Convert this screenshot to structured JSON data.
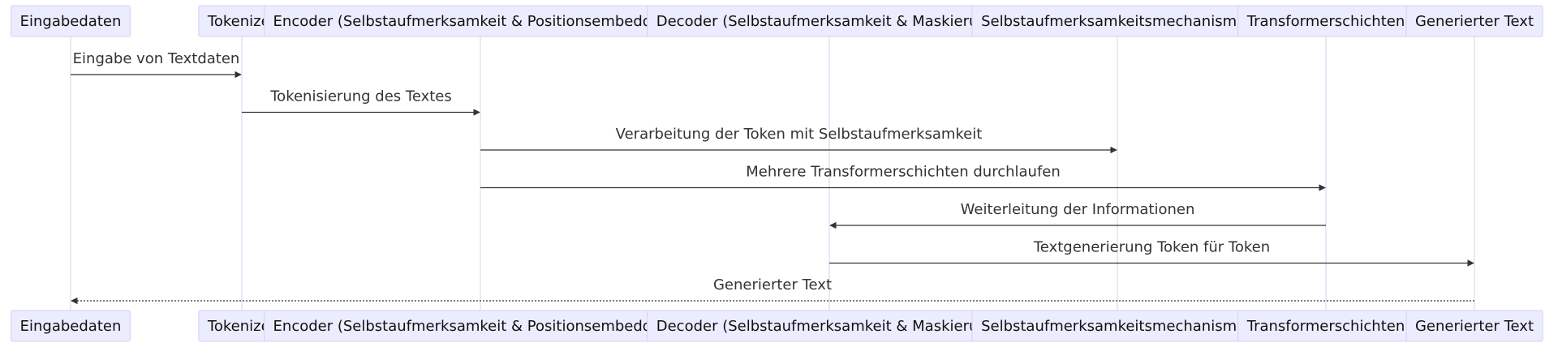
{
  "participants": [
    {
      "id": "eingabe",
      "label": "Eingabedaten"
    },
    {
      "id": "tokenizer",
      "label": "Tokenizer"
    },
    {
      "id": "encoder",
      "label": "Encoder (Selbstaufmerksamkeit & Positionsembeddings)"
    },
    {
      "id": "decoder",
      "label": "Decoder (Selbstaufmerksamkeit & Maskierung)"
    },
    {
      "id": "selbst",
      "label": "Selbstaufmerksamkeitsmechanismus"
    },
    {
      "id": "transformer",
      "label": "Transformerschichten"
    },
    {
      "id": "generiert",
      "label": "Generierter Text"
    }
  ],
  "messages": [
    {
      "from": "eingabe",
      "to": "tokenizer",
      "label": "Eingabe von Textdaten",
      "style": "solid"
    },
    {
      "from": "tokenizer",
      "to": "encoder",
      "label": "Tokenisierung des Textes",
      "style": "solid"
    },
    {
      "from": "encoder",
      "to": "selbst",
      "label": "Verarbeitung der Token mit Selbstaufmerksamkeit",
      "style": "solid"
    },
    {
      "from": "encoder",
      "to": "transformer",
      "label": "Mehrere Transformerschichten durchlaufen",
      "style": "solid"
    },
    {
      "from": "transformer",
      "to": "decoder",
      "label": "Weiterleitung der Informationen",
      "style": "solid"
    },
    {
      "from": "decoder",
      "to": "generiert",
      "label": "Textgenerierung Token für Token",
      "style": "solid"
    },
    {
      "from": "generiert",
      "to": "eingabe",
      "label": "Generierter Text",
      "style": "dotted"
    }
  ],
  "colors": {
    "actor_fill": "#ececff",
    "actor_border": "#d3d0f5",
    "lifeline": "#d6d2ef",
    "message": "#333333"
  }
}
